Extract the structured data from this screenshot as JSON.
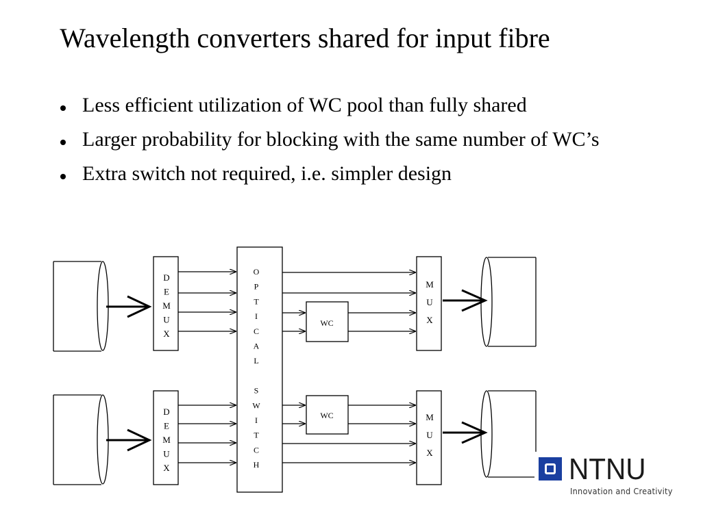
{
  "slide": {
    "title": "Wavelength converters shared for input fibre",
    "bullets": [
      "Less efficient utilization of WC pool than fully shared",
      "Larger probability for blocking with the same number of WC’s",
      "Extra switch not required, i.e. simpler design"
    ]
  },
  "diagram": {
    "demux_label": [
      "D",
      "E",
      "M",
      "U",
      "X"
    ],
    "mux_label": [
      "M",
      "U",
      "X"
    ],
    "switch_label": [
      "O",
      "P",
      "T",
      "I",
      "C",
      "A",
      "L",
      "",
      "S",
      "W",
      "I",
      "T",
      "C",
      "H"
    ],
    "wc_label": "WC"
  },
  "logo": {
    "name": "NTNU",
    "tagline": "Innovation and Creativity",
    "brand_color": "#1a3fa0"
  }
}
